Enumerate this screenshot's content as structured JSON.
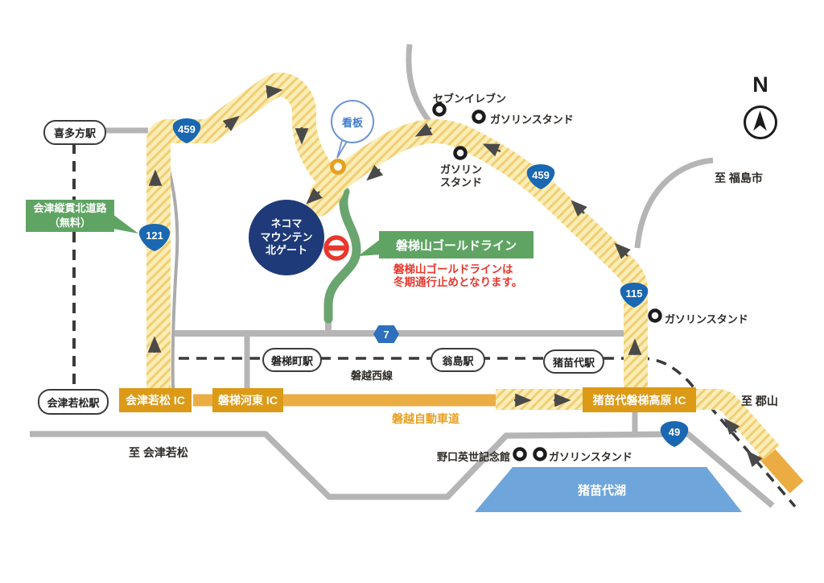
{
  "compass": {
    "label": "N"
  },
  "stations": {
    "kitakata": "喜多方駅",
    "aizu_wakamatsu": "会津若松駅",
    "bandaimachi": "磐梯町駅",
    "okinashima": "翁島駅",
    "inawashiro": "猪苗代駅"
  },
  "railway": {
    "banetsu_west_line": "磐越西線"
  },
  "routes": {
    "r459_west": "459",
    "r459_east": "459",
    "r121": "121",
    "r115": "115",
    "r49": "49",
    "r7": "7"
  },
  "ics": {
    "aizu_wakamatsu": "会津若松 IC",
    "bandai_kato": "磐梯河東 IC",
    "inawashiro_bandai_kogen": "猪苗代磐梯高原 IC"
  },
  "expressway": {
    "label": "磐越自動車道"
  },
  "callouts": {
    "aizu_jukan": {
      "line1": "会津縦貫北道路",
      "line2": "（無料）"
    },
    "gold_line": {
      "label": "磐梯山ゴールドライン"
    },
    "gold_line_notice": {
      "line1": "磐梯山ゴールドラインは",
      "line2": "冬期通行止めとなります。"
    },
    "signboard": "看板",
    "north_gate": {
      "line1": "ネコマ",
      "line2": "マウンテン",
      "line3": "北ゲート"
    }
  },
  "pois": {
    "seven_eleven": "セブンイレブン",
    "gas_station_top": "ガソリンスタンド",
    "gas_station_mid_line1": "ガソリン",
    "gas_station_mid_line2": "スタンド",
    "gas_station_right": "ガソリンスタンド",
    "noguchi_memorial": "野口英世記念館",
    "gas_station_lake": "ガソリンスタンド"
  },
  "destinations": {
    "fukushima": "至 福島市",
    "koriyama": "至 郡山",
    "aizu_wakamatsu": "至 会津若松"
  },
  "lake": {
    "name": "猪苗代湖"
  },
  "colors": {
    "road_hatch_base": "#FAEDB6",
    "road_hatch_stripe": "#F1CE74",
    "road_gray": "#B5B5B5",
    "gold_line_green": "#6AA56F",
    "gate_navy": "#1E3A78",
    "route_badge_blue": "#1A67B2",
    "pref_route_blue": "#2E6FBE",
    "ic_orange": "#DD9A17",
    "expressway_orange": "#EBAD43",
    "expressway_text_orange": "#E8A020",
    "lake_blue": "#6EA6DC",
    "callout_green": "#5FA463",
    "alert_red": "#E8372C",
    "signboard_marker_orange": "#E8A020",
    "balloon_blue": "#6B93D6"
  }
}
